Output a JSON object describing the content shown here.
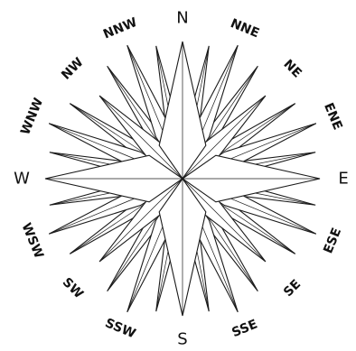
{
  "compass_rose": {
    "points": [
      {
        "label": "N",
        "bearing": 0
      },
      {
        "label": "NNE",
        "bearing": 22.5
      },
      {
        "label": "NE",
        "bearing": 45
      },
      {
        "label": "ENE",
        "bearing": 67.5
      },
      {
        "label": "E",
        "bearing": 90
      },
      {
        "label": "ESE",
        "bearing": 112.5
      },
      {
        "label": "SE",
        "bearing": 135
      },
      {
        "label": "SSE",
        "bearing": 157.5
      },
      {
        "label": "S",
        "bearing": 180
      },
      {
        "label": "SSW",
        "bearing": 202.5
      },
      {
        "label": "SW",
        "bearing": 225
      },
      {
        "label": "WSW",
        "bearing": 247.5
      },
      {
        "label": "W",
        "bearing": 270
      },
      {
        "label": "WNW",
        "bearing": 292.5
      },
      {
        "label": "NW",
        "bearing": 315
      },
      {
        "label": "NNW",
        "bearing": 337.5
      }
    ],
    "colors": {
      "ink": "#1a1a1a",
      "paper": "#ffffff"
    }
  }
}
